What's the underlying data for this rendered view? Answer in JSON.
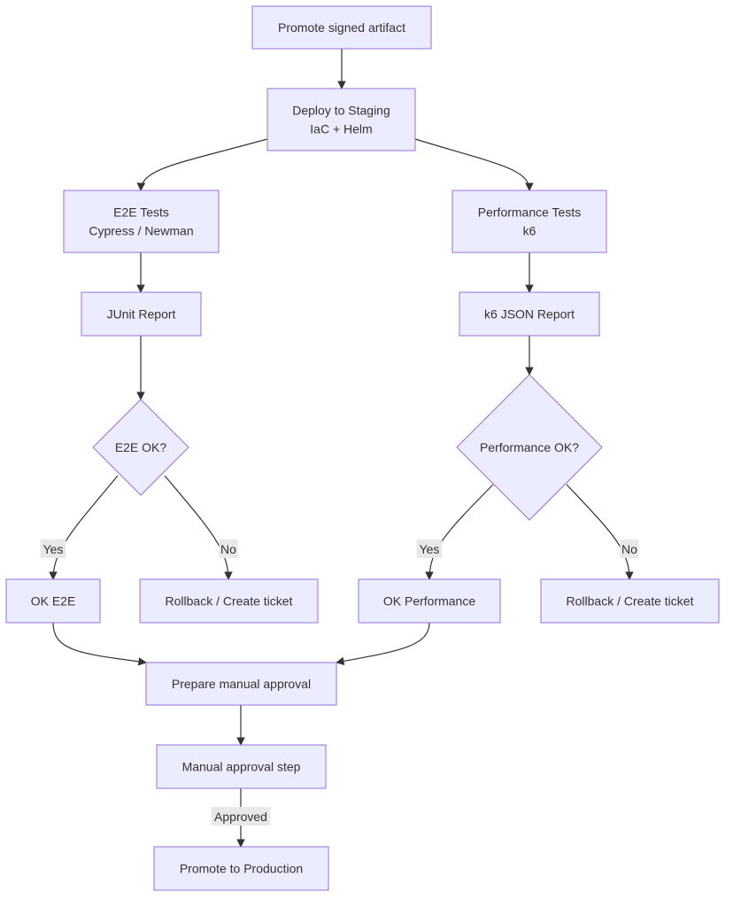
{
  "nodes": {
    "promote_signed": {
      "lines": [
        "Promote signed artifact"
      ]
    },
    "deploy_staging": {
      "lines": [
        "Deploy to Staging",
        "IaC + Helm"
      ]
    },
    "e2e_tests": {
      "lines": [
        "E2E Tests",
        "Cypress / Newman"
      ]
    },
    "perf_tests": {
      "lines": [
        "Performance Tests",
        "k6"
      ]
    },
    "junit_report": {
      "lines": [
        "JUnit Report"
      ]
    },
    "k6_report": {
      "lines": [
        "k6 JSON Report"
      ]
    },
    "e2e_ok": {
      "lines": [
        "E2E OK?"
      ]
    },
    "perf_ok": {
      "lines": [
        "Performance OK?"
      ]
    },
    "ok_e2e": {
      "lines": [
        "OK E2E"
      ]
    },
    "rollback_e2e": {
      "lines": [
        "Rollback / Create ticket"
      ]
    },
    "ok_perf": {
      "lines": [
        "OK Performance"
      ]
    },
    "rollback_perf": {
      "lines": [
        "Rollback / Create ticket"
      ]
    },
    "prepare_approval": {
      "lines": [
        "Prepare manual approval"
      ]
    },
    "manual_approval": {
      "lines": [
        "Manual approval step"
      ]
    },
    "promote_prod": {
      "lines": [
        "Promote to Production"
      ]
    }
  },
  "edge_labels": {
    "e2e_yes": "Yes",
    "e2e_no": "No",
    "perf_yes": "Yes",
    "perf_no": "No",
    "approved": "Approved"
  },
  "colors": {
    "node_fill": "#ECECFF",
    "node_stroke": "#9370DB",
    "edge": "#333333",
    "label_bg": "#e8e8e8",
    "text": "#333333"
  }
}
